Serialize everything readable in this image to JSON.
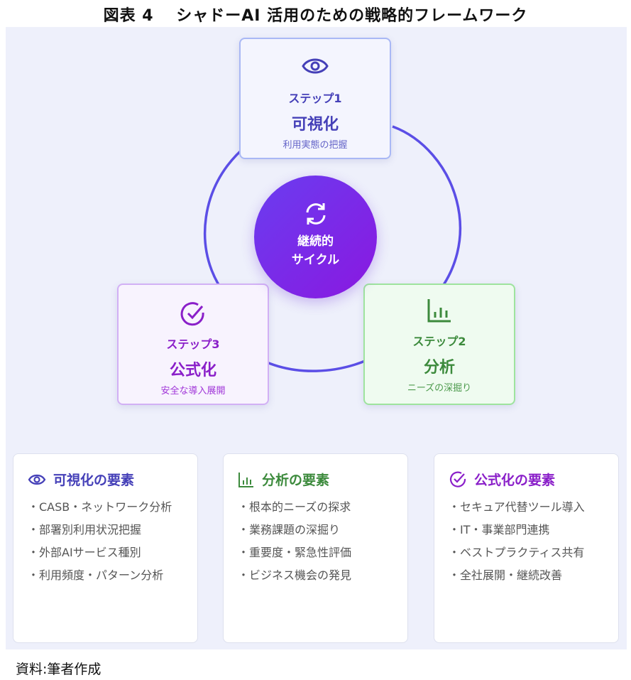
{
  "title": "図表 4　 シャドーAI 活用のための戦略的フレームワーク",
  "center": {
    "line1": "継続的",
    "line2": "サイクル",
    "icon": "refresh-icon"
  },
  "steps": [
    {
      "label": "ステップ1",
      "name": "可視化",
      "sub": "利用実態の把握",
      "icon": "eye-icon",
      "color": "#4540b8"
    },
    {
      "label": "ステップ2",
      "name": "分析",
      "sub": "ニーズの深掘り",
      "icon": "bar-chart-icon",
      "color": "#3c8a3c"
    },
    {
      "label": "ステップ3",
      "name": "公式化",
      "sub": "安全な導入展開",
      "icon": "check-circle-icon",
      "color": "#8a1fc9"
    }
  ],
  "cards": [
    {
      "title": "可視化の要素",
      "items": [
        "・CASB・ネットワーク分析",
        "・部署別利用状況把握",
        "・外部AIサービス種別",
        "・利用頻度・パターン分析"
      ]
    },
    {
      "title": "分析の要素",
      "items": [
        "・根本的ニーズの探求",
        "・業務課題の深掘り",
        "・重要度・緊急性評価",
        "・ビジネス機会の発見"
      ]
    },
    {
      "title": "公式化の要素",
      "items": [
        "・セキュア代替ツール導入",
        "・IT・事業部門連携",
        "・ベストプラクティス共有",
        "・全社展開・継続改善"
      ]
    }
  ],
  "source": "資料:筆者作成",
  "colors": {
    "arrow": "#5b4ee6",
    "panel": "#eef0fb"
  }
}
